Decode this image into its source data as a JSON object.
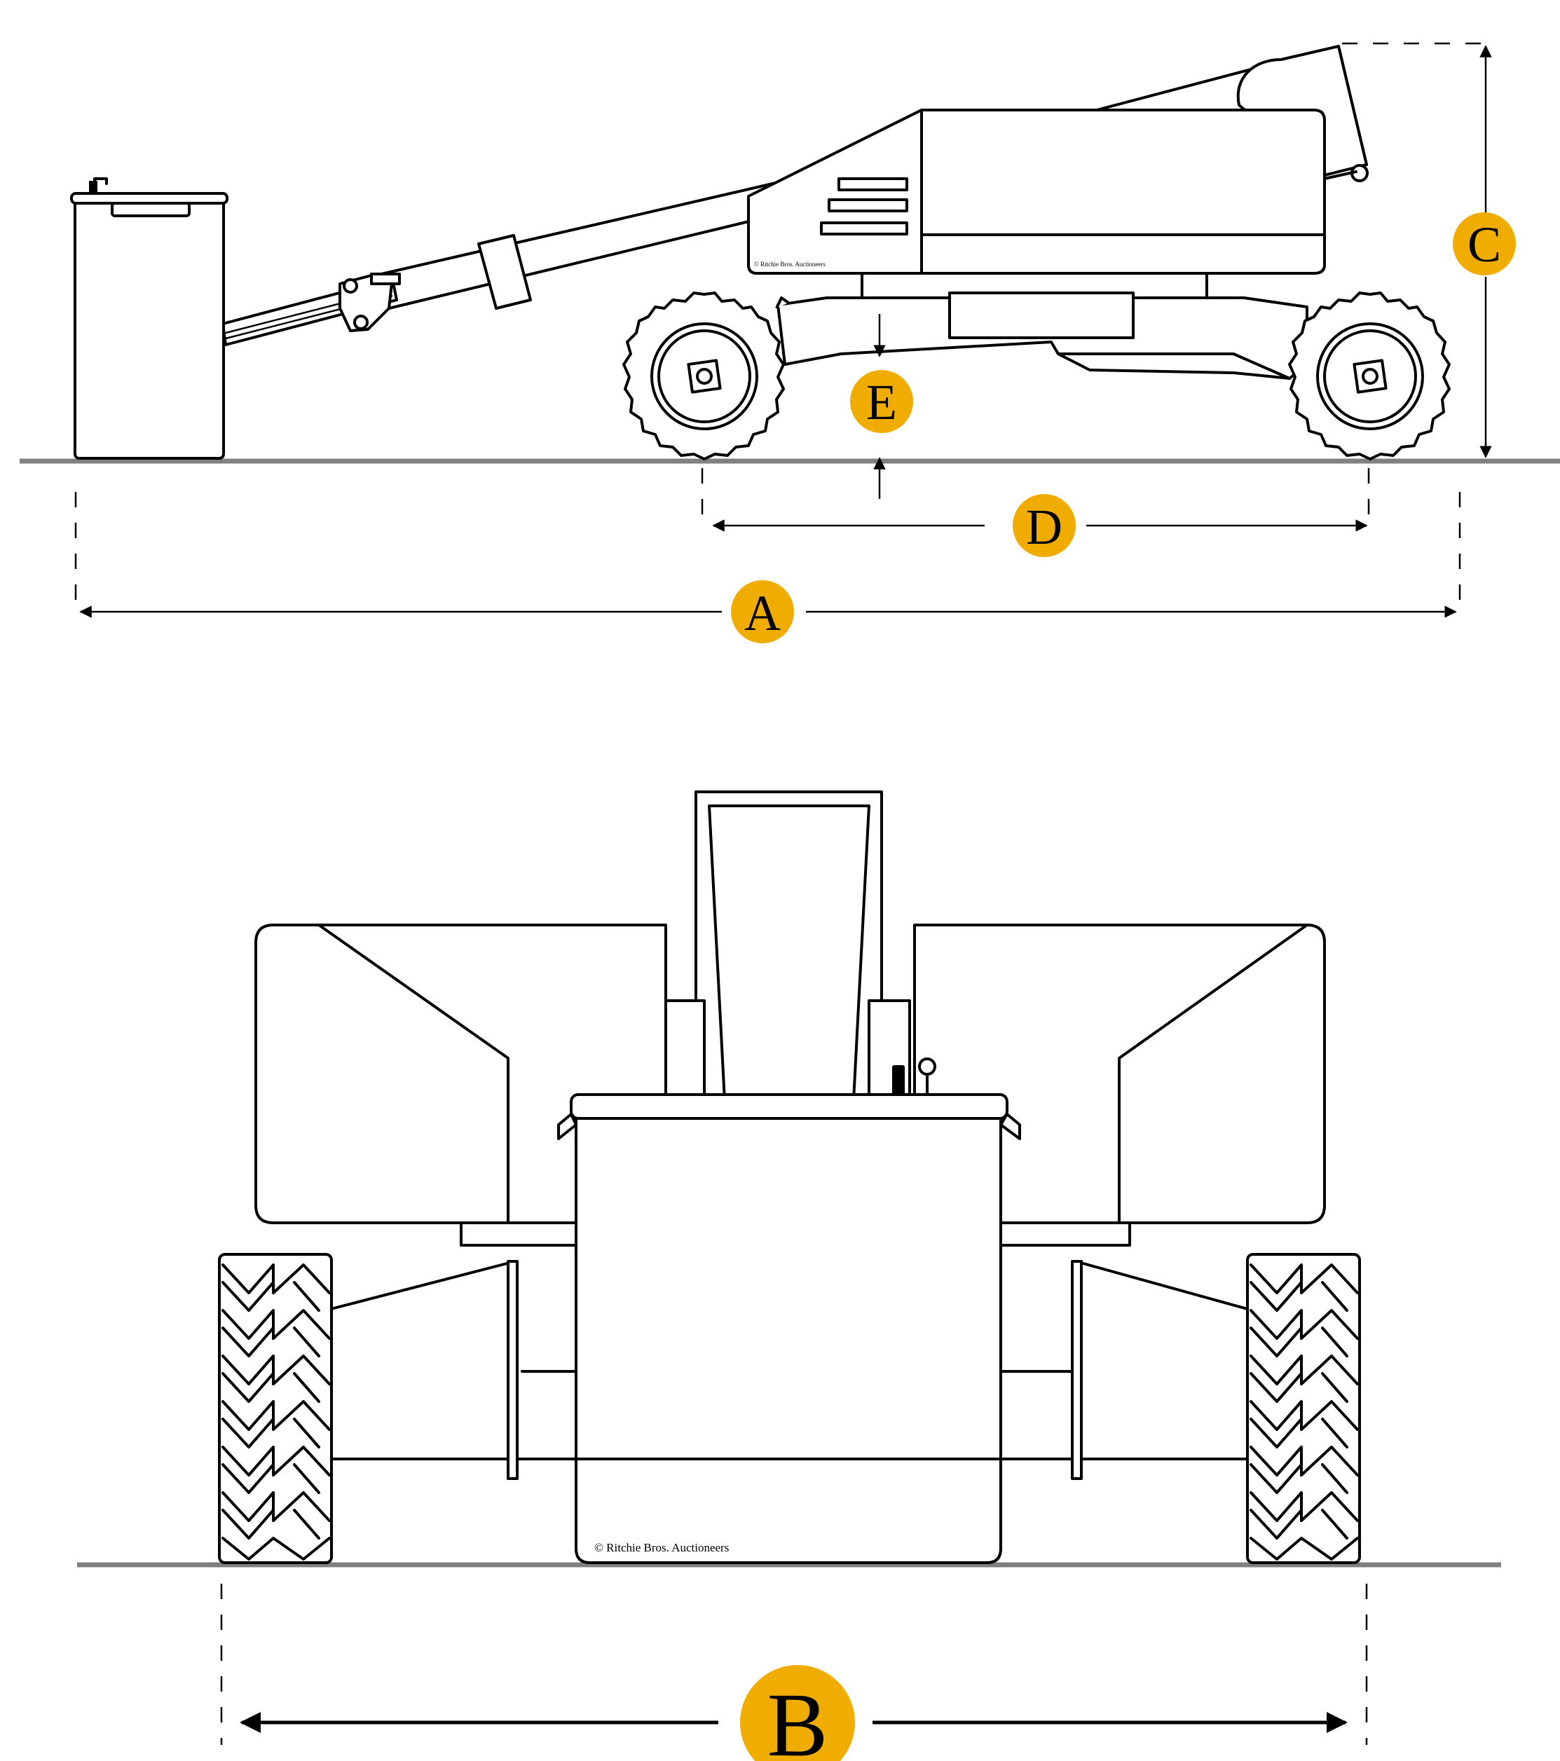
{
  "dimensions": {
    "A": {
      "label": "A",
      "description": ""
    },
    "B": {
      "label": "B",
      "description": ""
    },
    "C": {
      "label": "C",
      "description": ""
    },
    "D": {
      "label": "D",
      "description": ""
    },
    "E": {
      "label": "E",
      "description": ""
    }
  },
  "copyright": {
    "side": "© Ritchie Bros. Auctioneers",
    "front": "© Ritchie Bros. Auctioneers"
  },
  "colors": {
    "marker": "#F0AD00",
    "ground": "#808080",
    "line": "#000000"
  }
}
